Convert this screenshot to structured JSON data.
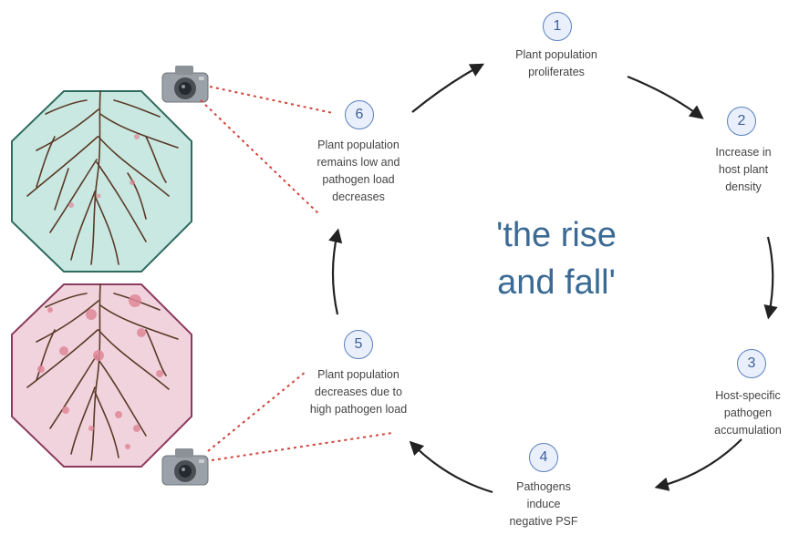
{
  "title": "'the rise\nand fall'",
  "colors": {
    "badge_fill": "#e9f0fb",
    "badge_stroke": "#5b7fbe",
    "title": "#3b6a94",
    "healthy_panel": "#c9e8e2",
    "diseased_panel": "#f1d3de",
    "root": "#5a3a26",
    "pathogen_spot": "#e08898",
    "dashed_line": "#d0443a",
    "arrow": "#222222"
  },
  "steps": [
    {
      "number": "1",
      "text": "Plant population\nproliferates"
    },
    {
      "number": "2",
      "text": "Increase in\nhost plant\ndensity"
    },
    {
      "number": "3",
      "text": "Host-specific\npathogen\naccumulation"
    },
    {
      "number": "4",
      "text": "Pathogens\ninduce\nnegative PSF"
    },
    {
      "number": "5",
      "text": "Plant population\ndecreases due to\nhigh pathogen load"
    },
    {
      "number": "6",
      "text": "Plant population\nremains low and\npathogen load\ndecreases"
    }
  ],
  "panels": {
    "healthy": {
      "icon": "healthy-roots-panel"
    },
    "diseased": {
      "icon": "diseased-roots-panel"
    }
  },
  "icons": [
    "camera-icon",
    "camera-icon"
  ]
}
